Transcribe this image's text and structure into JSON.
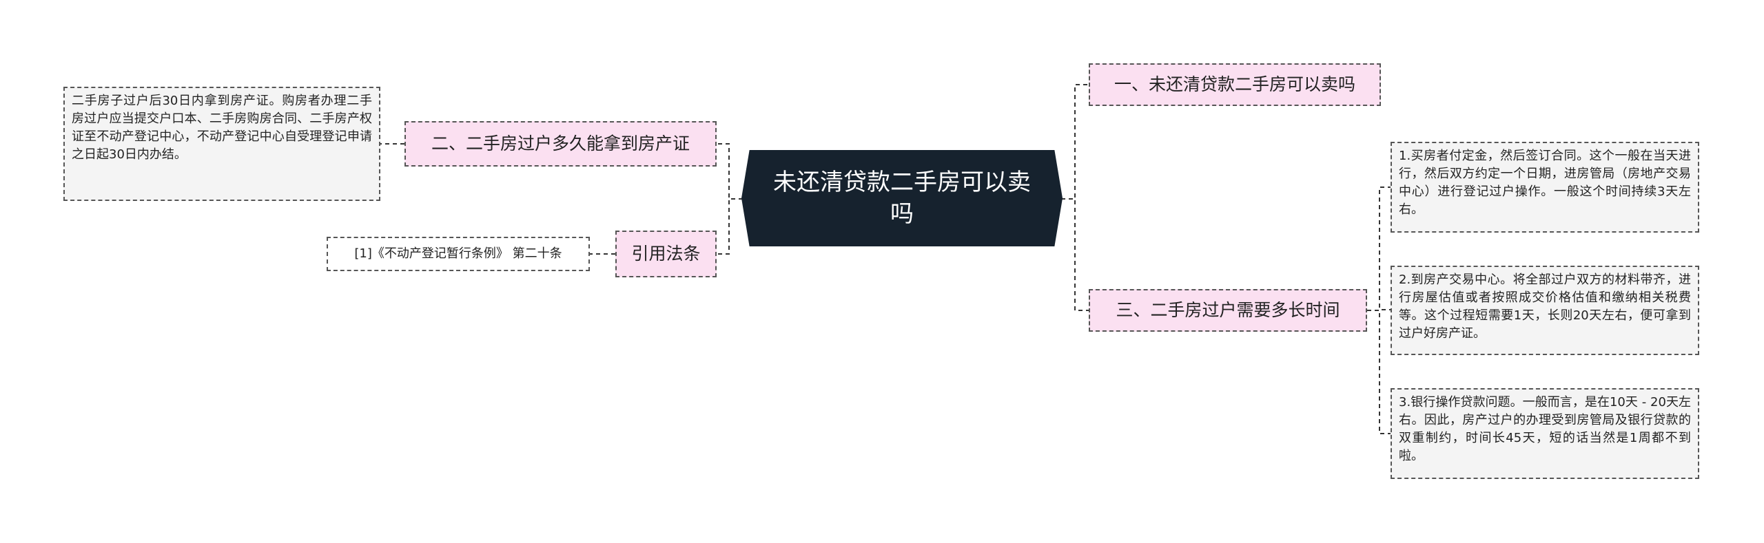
{
  "root": {
    "title": "未还清贷款二手房可以卖吗"
  },
  "branches": {
    "b1": {
      "label": "一、未还清贷款二手房可以卖吗"
    },
    "b2": {
      "label": "二、二手房过户多久能拿到房产证"
    },
    "b3": {
      "label": "三、二手房过户需要多长时间"
    },
    "b4": {
      "label": "引用法条"
    }
  },
  "leaves": {
    "b2_detail": "二手房子过户后30日内拿到房产证。购房者办理二手房过户应当提交户口本、二手房购房合同、二手房产权证至不动产登记中心，不动产登记中心自受理登记申请之日起30日内办结。",
    "b4_ref": "[1]《不动产登记暂行条例》 第二十条",
    "b3_step1": "1.买房者付定金，然后签订合同。这个一般在当天进行，然后双方约定一个日期，进房管局（房地产交易中心）进行登记过户操作。一般这个时间持续3天左右。",
    "b3_step2": "2.到房产交易中心。将全部过户双方的材料带齐，进行房屋估值或者按照成交价格估值和缴纳相关税费等。这个过程短需要1天，长则20天左右，便可拿到过户好房产证。",
    "b3_step3": "3.银行操作贷款问题。一般而言，是在10天 - 20天左右。因此，房产过户的办理受到房管局及银行贷款的双重制约，时间长45天，短的话当然是1周都不到啦。"
  },
  "colors": {
    "root_bg": "#16222e",
    "branch_bg": "#fbe0f1",
    "leaf_bg": "#f4f4f4",
    "connector": "#333333"
  }
}
